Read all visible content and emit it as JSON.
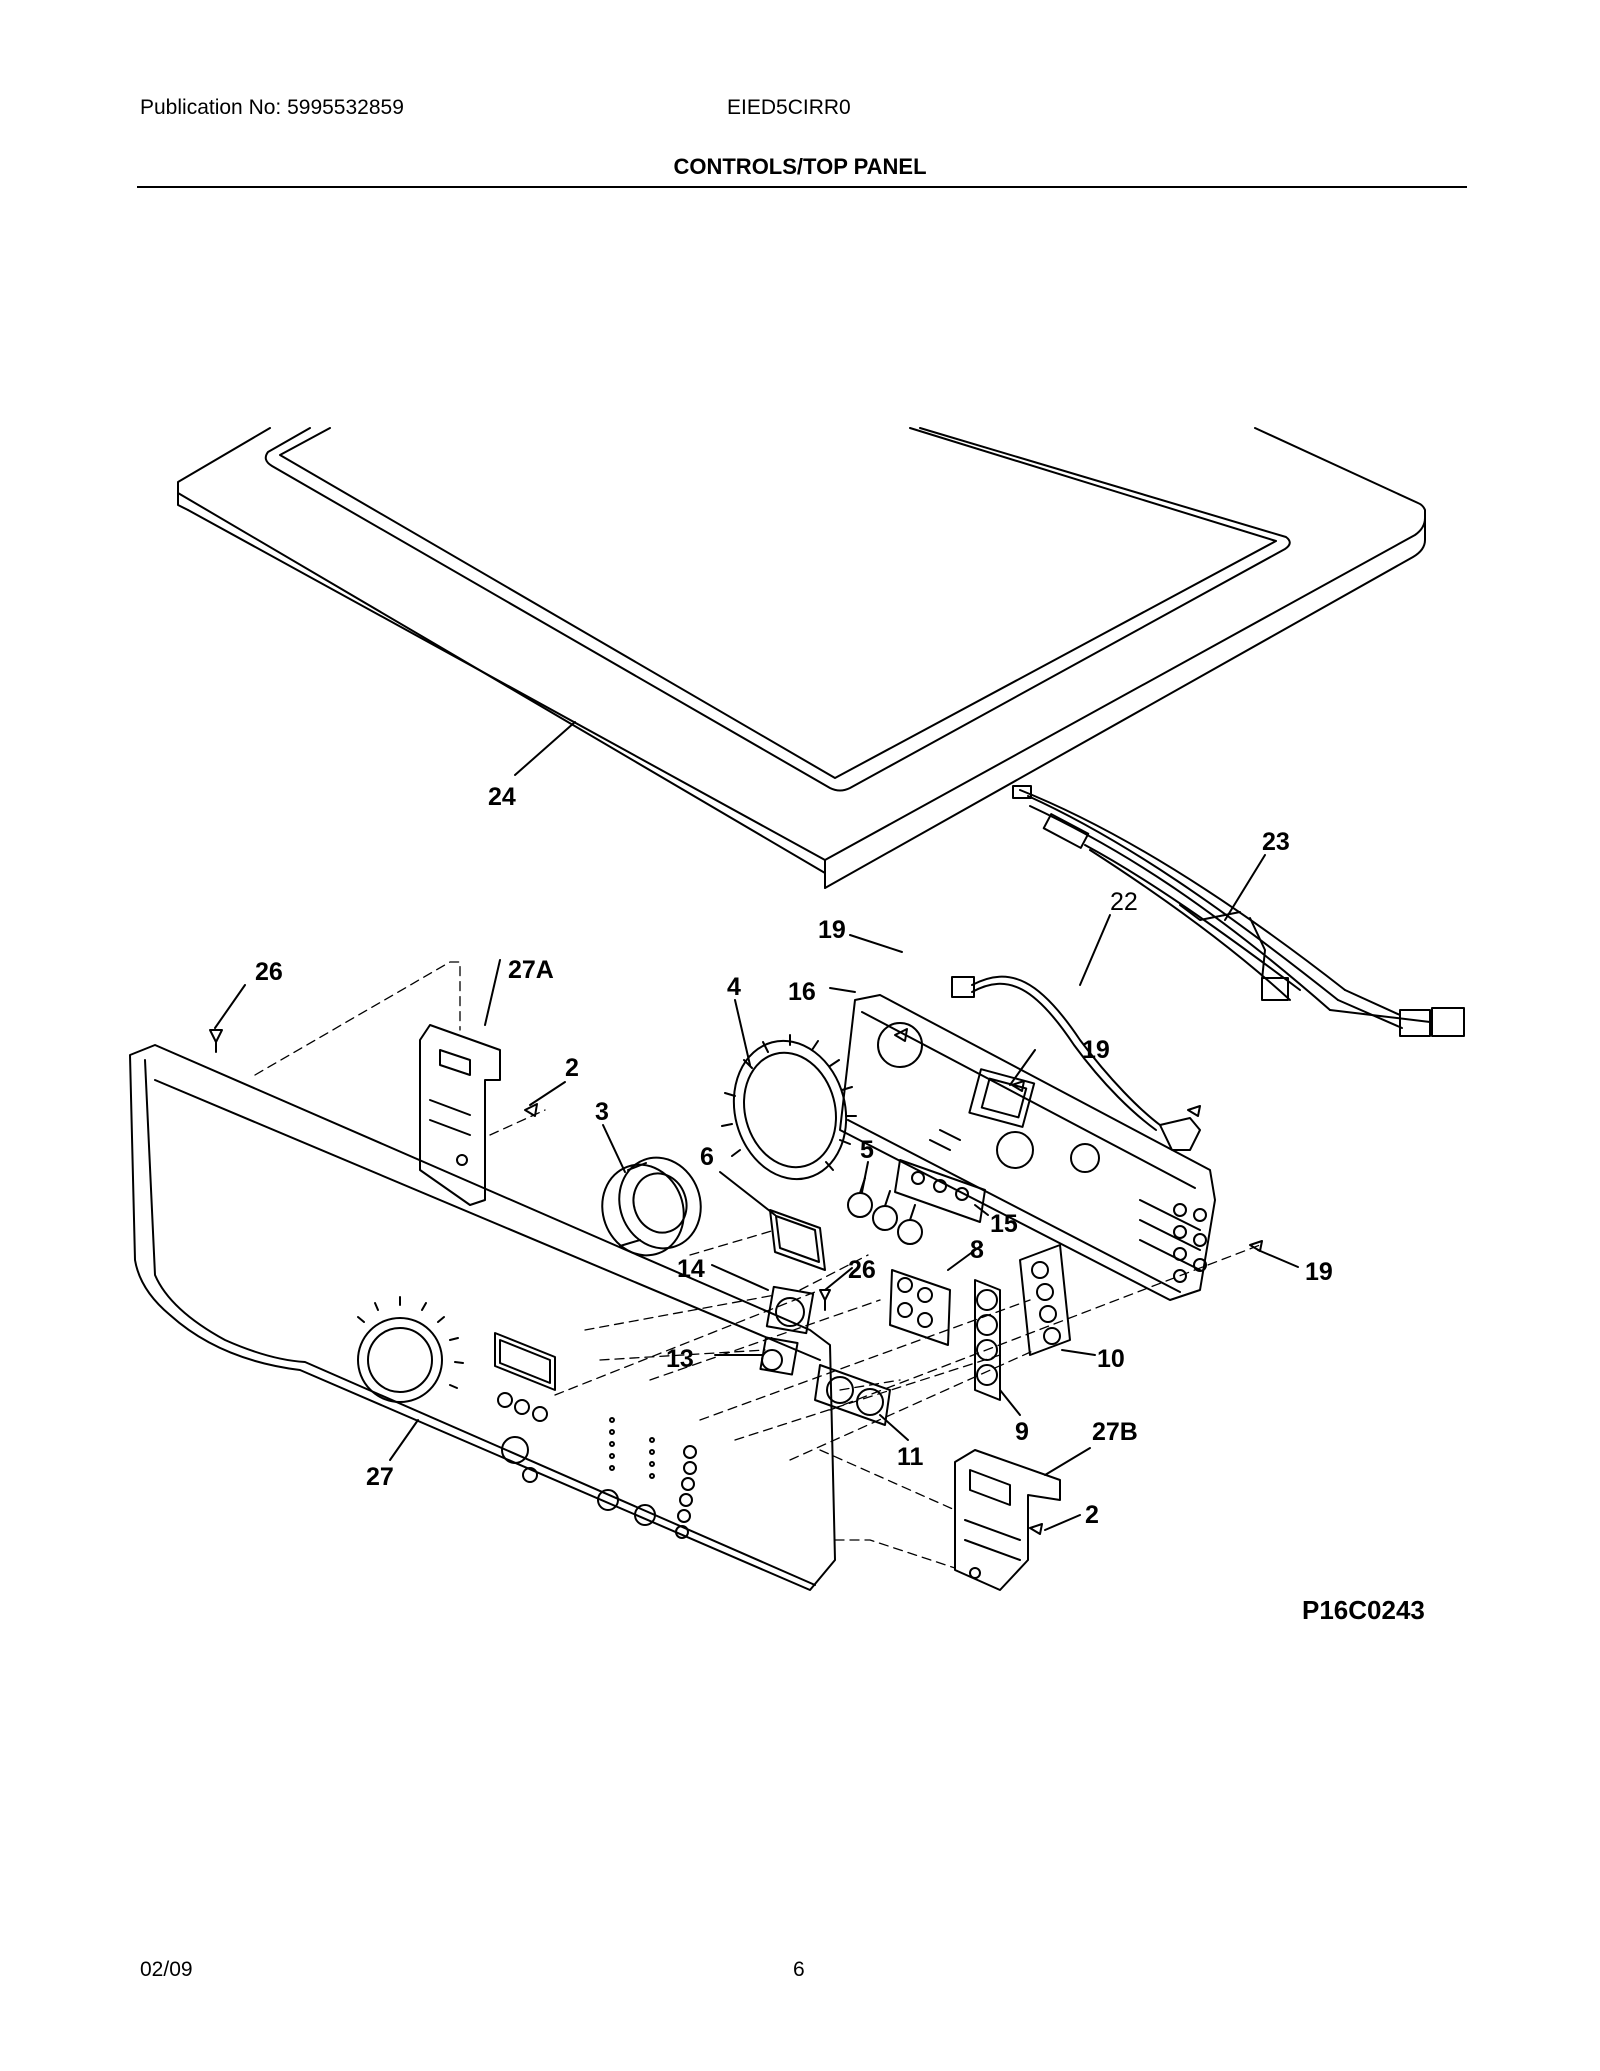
{
  "header": {
    "publication": "Publication No: 5995532859",
    "model": "EIED5CIRR0",
    "title": "CONTROLS/TOP PANEL"
  },
  "diagram": {
    "figure_code": "P16C0243",
    "callouts": {
      "c24": "24",
      "c23": "23",
      "c22": "22",
      "c19a": "19",
      "c19b": "19",
      "c19c": "19",
      "c16": "16",
      "c26a": "26",
      "c27a": "27A",
      "c2a": "2",
      "c4": "4",
      "c3": "3",
      "c6": "6",
      "c5": "5",
      "c15": "15",
      "c8": "8",
      "c14": "14",
      "c26b": "26",
      "c10": "10",
      "c13": "13",
      "c9": "9",
      "c11": "11",
      "c27b": "27B",
      "c27": "27",
      "c2b": "2"
    }
  },
  "footer": {
    "date": "02/09",
    "page": "6"
  }
}
